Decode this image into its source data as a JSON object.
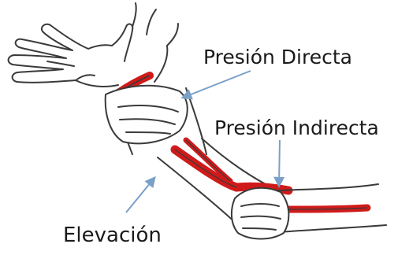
{
  "labels": {
    "direct": "Presión Directa",
    "indirect": "Presión Indirecta",
    "elevation": "Elevación"
  },
  "colors": {
    "outline": "#3a3a3a",
    "artery": "#d01a1a",
    "arrow": "#7aa0c8",
    "background": "#ffffff"
  }
}
